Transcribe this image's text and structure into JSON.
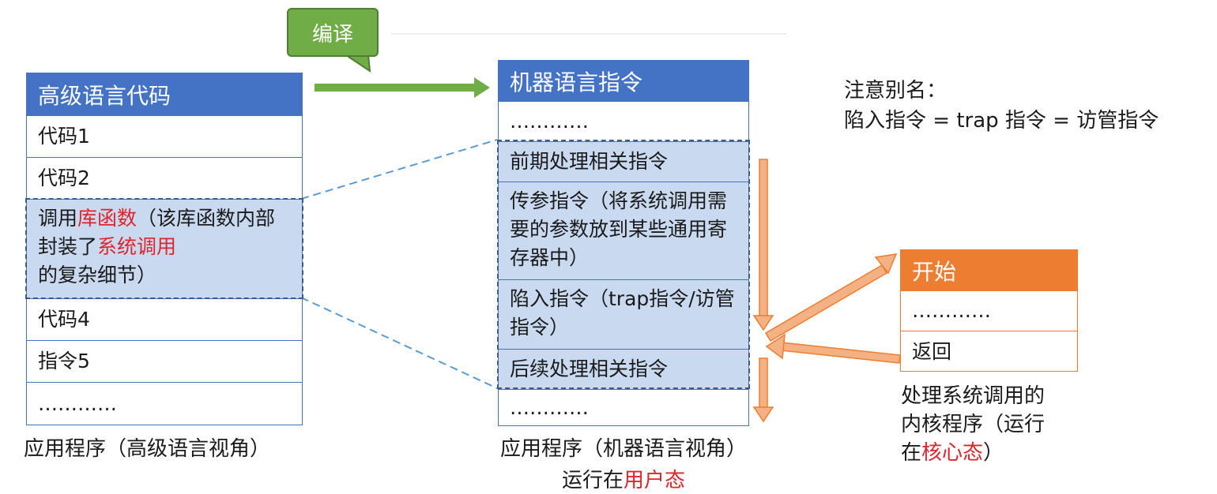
{
  "bubble": {
    "label": "编译"
  },
  "left_table": {
    "header": "高级语言代码",
    "rows": [
      "代码1",
      "代码2"
    ],
    "call_row": {
      "p1": "调用",
      "p2": "库函数",
      "p3": "（该库函数内部封装了",
      "p4": "系统调用",
      "p5": "的复杂细节）"
    },
    "rows_after": [
      "代码4",
      "指令5",
      "…………"
    ],
    "caption": "应用程序（高级语言视角）"
  },
  "middle_table": {
    "header": "机器语言指令",
    "top_row": "…………",
    "rows": [
      "前期处理相关指令",
      "传参指令（将系统调用需要的参数放到某些通用寄存器中）",
      "陷入指令（trap指令/访管指令）",
      "后续处理相关指令"
    ],
    "bottom_row": "…………",
    "caption_line1": "应用程序（机器语言视角）",
    "caption_line2_prefix": "运行在",
    "caption_line2_red": "用户态"
  },
  "right_table": {
    "header": "开始",
    "rows": [
      "…………",
      "返回"
    ],
    "caption_line1": "处理系统调用的",
    "caption_line2": "内核程序（运行",
    "caption_line3_prefix": "在",
    "caption_line3_red": "核心态",
    "caption_line3_suffix": "）"
  },
  "note": {
    "line1": "注意别名：",
    "line2": "陷入指令 = trap 指令 = 访管指令"
  },
  "colors": {
    "blue": "#4472c4",
    "green": "#70ad47",
    "orange": "#ed7d31",
    "red": "#e0242b",
    "highlight": "#c9daf0"
  }
}
